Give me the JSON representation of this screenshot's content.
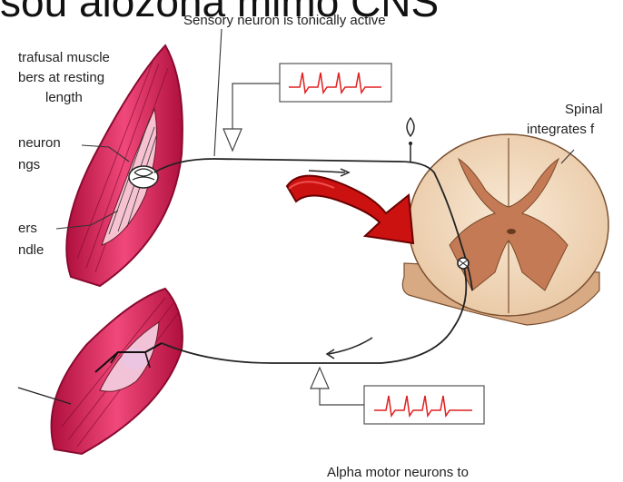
{
  "slide": {
    "heading": "sou alozona mimo CNS"
  },
  "labels": {
    "top": "Sensory neuron is tonically active",
    "intrafusal_1": "trafusal muscle",
    "intrafusal_2": "bers at resting",
    "intrafusal_3": "length",
    "neuron_1": "neuron",
    "neuron_2": "ngs",
    "spindle_1": "ers",
    "spindle_2": "ndle",
    "spinal_1": "Spinal",
    "spinal_2": "integrates f",
    "bottom": "Alpha motor neurons to"
  },
  "colors": {
    "muscle": "#e0245e",
    "muscle_dark": "#b0103e",
    "cord_outer": "#f4dcc0",
    "cord_grey": "#c47a55",
    "arrow_red": "#cc1111",
    "trace": "#e02020"
  },
  "icons": [
    "curved-red-arrow",
    "ap-trace",
    "neuron-cell-body",
    "hollow-arrowhead"
  ]
}
